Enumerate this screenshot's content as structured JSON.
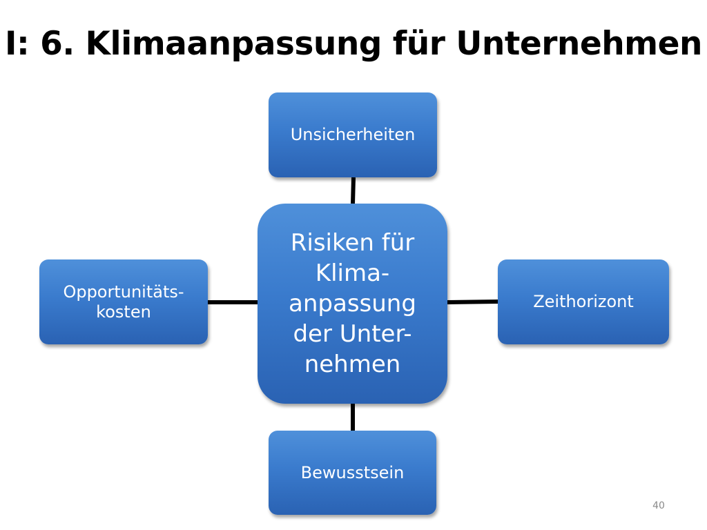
{
  "slide": {
    "title": "I: 6. Klimaanpassung für Unternehmen",
    "page_number": "40"
  },
  "diagram": {
    "center": {
      "lines": [
        "Risiken für",
        "Klima-",
        "anpassung",
        "der Unter-",
        "nehmen"
      ]
    },
    "top": {
      "label": "Unsicherheiten"
    },
    "right": {
      "label": "Zeithorizont"
    },
    "bottom": {
      "label": "Bewusstsein"
    },
    "left": {
      "lines": [
        "Opportunitäts-",
        "kosten"
      ]
    },
    "colors": {
      "node_fill_top": "#4f90da",
      "node_fill_bottom": "#2a62b3",
      "connector": "#000000",
      "text": "#ffffff"
    }
  }
}
